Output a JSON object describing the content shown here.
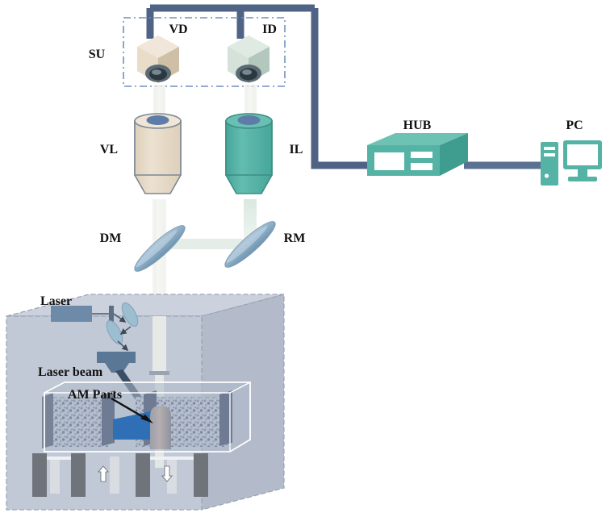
{
  "figure": {
    "type": "schematic-diagram",
    "subject": "In-situ monitoring setup for laser powder bed fusion additive manufacturing",
    "background_color": "#ffffff"
  },
  "labels": {
    "su": "SU",
    "vd": "VD",
    "id": "ID",
    "vl": "VL",
    "il": "IL",
    "dm": "DM",
    "rm": "RM",
    "hub": "HUB",
    "pc": "PC",
    "laser": "Laser",
    "laser_beam": "Laser beam",
    "am_parts": "AM Parts"
  },
  "colors": {
    "cable": "#4f6485",
    "teal": "#5cb5a7",
    "teal_dark": "#3f9d8f",
    "teal_light": "#8fcdc2",
    "beige": "#e8dbc8",
    "beige_dark": "#cfc0a8",
    "beige_light": "#f2e8da",
    "camera_green": "#cfe0d6",
    "mirror_blue": "#9db9cc",
    "mirror_blue_dark": "#7d9cb4",
    "machine_body": "#c0c7d4",
    "machine_top": "#ccd2dd",
    "machine_side": "#b3bbcb",
    "powder": "#b7c0d0",
    "build_blue": "#2f6fb5",
    "pillar_gray": "#6e7479",
    "piston": "#d9dde2",
    "beam_white": "#eef0ea",
    "beam_green": "#dfeae3",
    "lens_top_blue": "#5e7ca8",
    "laser_box": "#6d8aa8",
    "scanner": "#5b7796",
    "arrow_dark": "#1c1c1c",
    "label_text": "#111111"
  },
  "components": [
    {
      "name": "VD",
      "full": "vision detector camera",
      "color": "#e8dbc8"
    },
    {
      "name": "ID",
      "full": "infrared detector camera",
      "color": "#cfe0d6"
    },
    {
      "name": "SU",
      "full": "sensing unit enclosure",
      "color": "#5e7ca8"
    },
    {
      "name": "VL",
      "full": "visible lens",
      "color": "#e8dbc8"
    },
    {
      "name": "IL",
      "full": "infrared lens",
      "color": "#5cb5a7"
    },
    {
      "name": "DM",
      "full": "dichroic mirror",
      "color": "#9db9cc"
    },
    {
      "name": "RM",
      "full": "reflective mirror",
      "color": "#9db9cc"
    },
    {
      "name": "HUB",
      "full": "network hub",
      "color": "#5cb5a7"
    },
    {
      "name": "PC",
      "full": "computer workstation",
      "color": "#5cb5a7"
    },
    {
      "name": "Laser",
      "full": "laser source",
      "color": "#6d8aa8"
    },
    {
      "name": "Laser beam",
      "full": "scanning laser beam",
      "color": "#5b7796"
    },
    {
      "name": "AM Parts",
      "full": "additively manufactured parts",
      "color": "#9aa0ac"
    }
  ],
  "arrows": {
    "am_parts_pointer": "points from AM Parts label down-right to the part in the build chamber",
    "piston_left": "up",
    "piston_right": "down"
  }
}
